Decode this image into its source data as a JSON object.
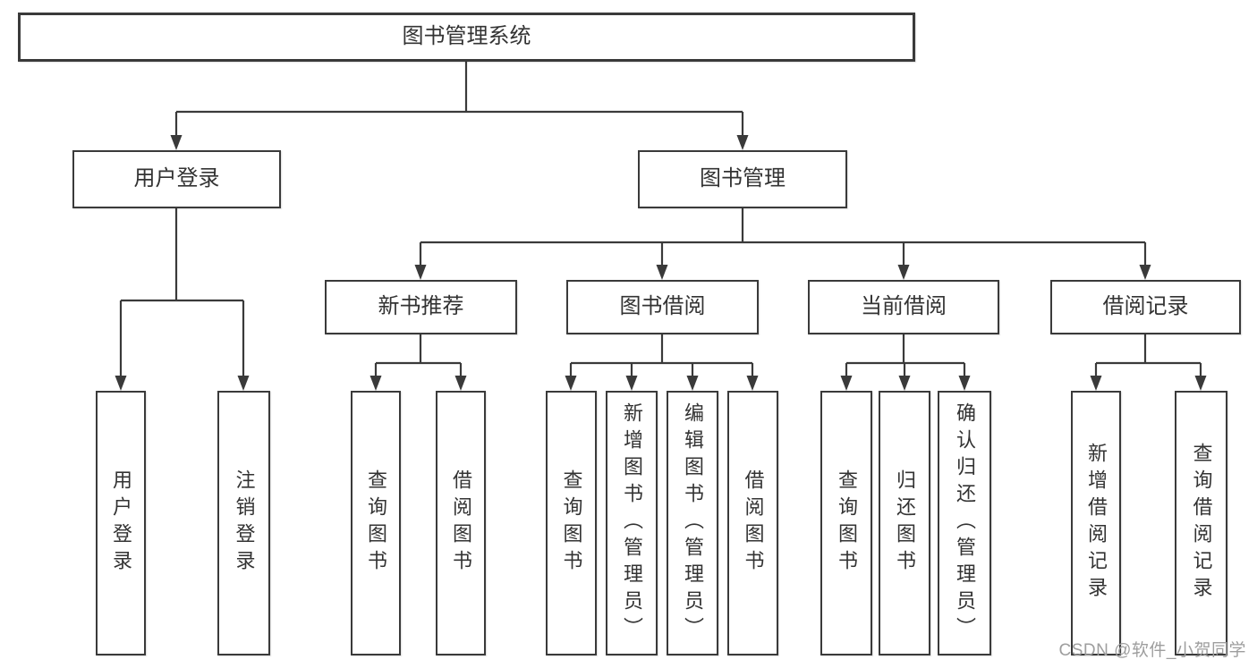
{
  "tree": {
    "root": {
      "label": "图书管理系统",
      "children": [
        {
          "label": "用户登录",
          "children": [
            {
              "label": "用户登录"
            },
            {
              "label": "注销登录"
            }
          ]
        },
        {
          "label": "图书管理",
          "children": [
            {
              "label": "新书推荐",
              "children": [
                {
                  "label": "查询图书"
                },
                {
                  "label": "借阅图书"
                }
              ]
            },
            {
              "label": "图书借阅",
              "children": [
                {
                  "label": "查询图书"
                },
                {
                  "label": "新增图书（管理员）"
                },
                {
                  "label": "编辑图书（管理员）"
                },
                {
                  "label": "借阅图书"
                }
              ]
            },
            {
              "label": "当前借阅",
              "children": [
                {
                  "label": "查询图书"
                },
                {
                  "label": "归还图书"
                },
                {
                  "label": "确认归还（管理员）"
                }
              ]
            },
            {
              "label": "借阅记录",
              "children": [
                {
                  "label": "新增借阅记录"
                },
                {
                  "label": "查询借阅记录"
                }
              ]
            }
          ]
        }
      ]
    }
  },
  "watermark": {
    "text": "CSDN @软件_小贺同学"
  },
  "colors": {
    "line": "#3a3a3a",
    "text": "#333333",
    "watermark": "#9e9e9e",
    "background": "#ffffff"
  }
}
